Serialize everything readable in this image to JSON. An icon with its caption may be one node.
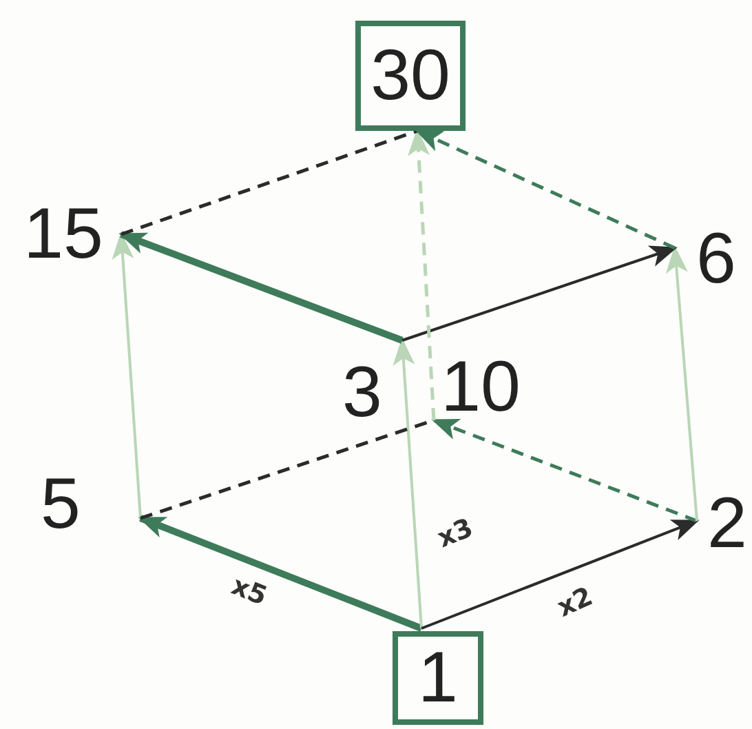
{
  "diagram": {
    "nodes": [
      {
        "text": [
          "30"
        ]
      },
      {
        "text": [
          "15"
        ]
      },
      {
        "text": [
          "6"
        ]
      },
      {
        "text": [
          "3"
        ]
      },
      {
        "text": [
          "10"
        ]
      },
      {
        "text": [
          "5"
        ]
      },
      {
        "text": [
          "2"
        ]
      },
      {
        "text": [
          "1"
        ]
      }
    ],
    "edges": [
      {
        "from": 7,
        "to": 5,
        "arrow": "to",
        "label": "x5",
        "style": "thick",
        "color": "#3e7b5a"
      },
      {
        "from": 7,
        "to": 3,
        "arrow": "to",
        "label": "x3",
        "color": "#b9d6b6"
      },
      {
        "from": 7,
        "to": 6,
        "arrow": "to",
        "label": "x2"
      },
      {
        "from": 5,
        "to": 1,
        "arrow": "to",
        "color": "#b9d6b6"
      },
      {
        "from": 5,
        "to": 4,
        "arrow": "none",
        "style": "dashed"
      },
      {
        "from": 6,
        "to": 4,
        "arrow": "to",
        "style": "dashed",
        "color": "#3e7b5a"
      },
      {
        "from": 6,
        "to": 2,
        "arrow": "to",
        "color": "#b9d6b6"
      },
      {
        "from": 3,
        "to": 1,
        "arrow": "to",
        "style": "thick",
        "color": "#3e7b5a"
      },
      {
        "from": 3,
        "to": 2,
        "arrow": "to"
      },
      {
        "from": 4,
        "to": 0,
        "arrow": "to",
        "style": "dashed",
        "color": "#b9d6b6"
      },
      {
        "from": 1,
        "to": 0,
        "arrow": "none",
        "style": "dashed"
      },
      {
        "from": 2,
        "to": 0,
        "arrow": "to",
        "style": "dashed",
        "color": "#3e7b5a"
      }
    ]
  }
}
